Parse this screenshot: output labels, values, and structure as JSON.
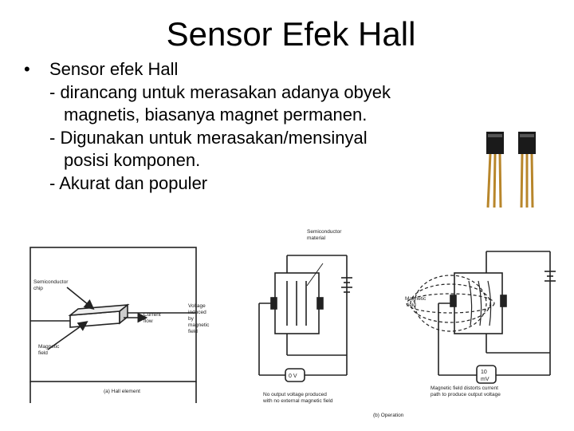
{
  "slide": {
    "title": "Sensor Efek Hall",
    "bullet_symbol": "•",
    "bullet": "Sensor efek Hall",
    "sub_items": [
      {
        "line1": "- dirancang untuk merasakan adanya obyek",
        "line2": "magnetis, biasanya magnet permanen."
      },
      {
        "line1": "- Digunakan untuk merasakan/mensinyal",
        "line2": "posisi komponen."
      },
      {
        "line1": "- Akurat dan populer",
        "line2": ""
      }
    ]
  },
  "figure": {
    "left_caption": "(a) Hall element",
    "labels": {
      "semiconductor_chip": [
        "Semiconductor",
        "chip"
      ],
      "current_flow": [
        "Current",
        "flow"
      ],
      "voltage_induced": [
        "Voltage",
        "induced",
        "by",
        "magnetic",
        "field"
      ],
      "magnetic_field": [
        "Magnetic",
        "field"
      ],
      "semiconductor_material": [
        "Semiconductor",
        "material"
      ],
      "meter_left": "0 V",
      "caption_middle": [
        "No output voltage produced",
        "with no external magnetic field"
      ],
      "magnetic_field_right": [
        "Magnetic",
        "field"
      ],
      "meter_right": [
        "10",
        "mV"
      ],
      "caption_right": [
        "Magnetic field distorts current",
        "path to produce output voltage"
      ],
      "operation_caption": "(b) Operation"
    }
  }
}
